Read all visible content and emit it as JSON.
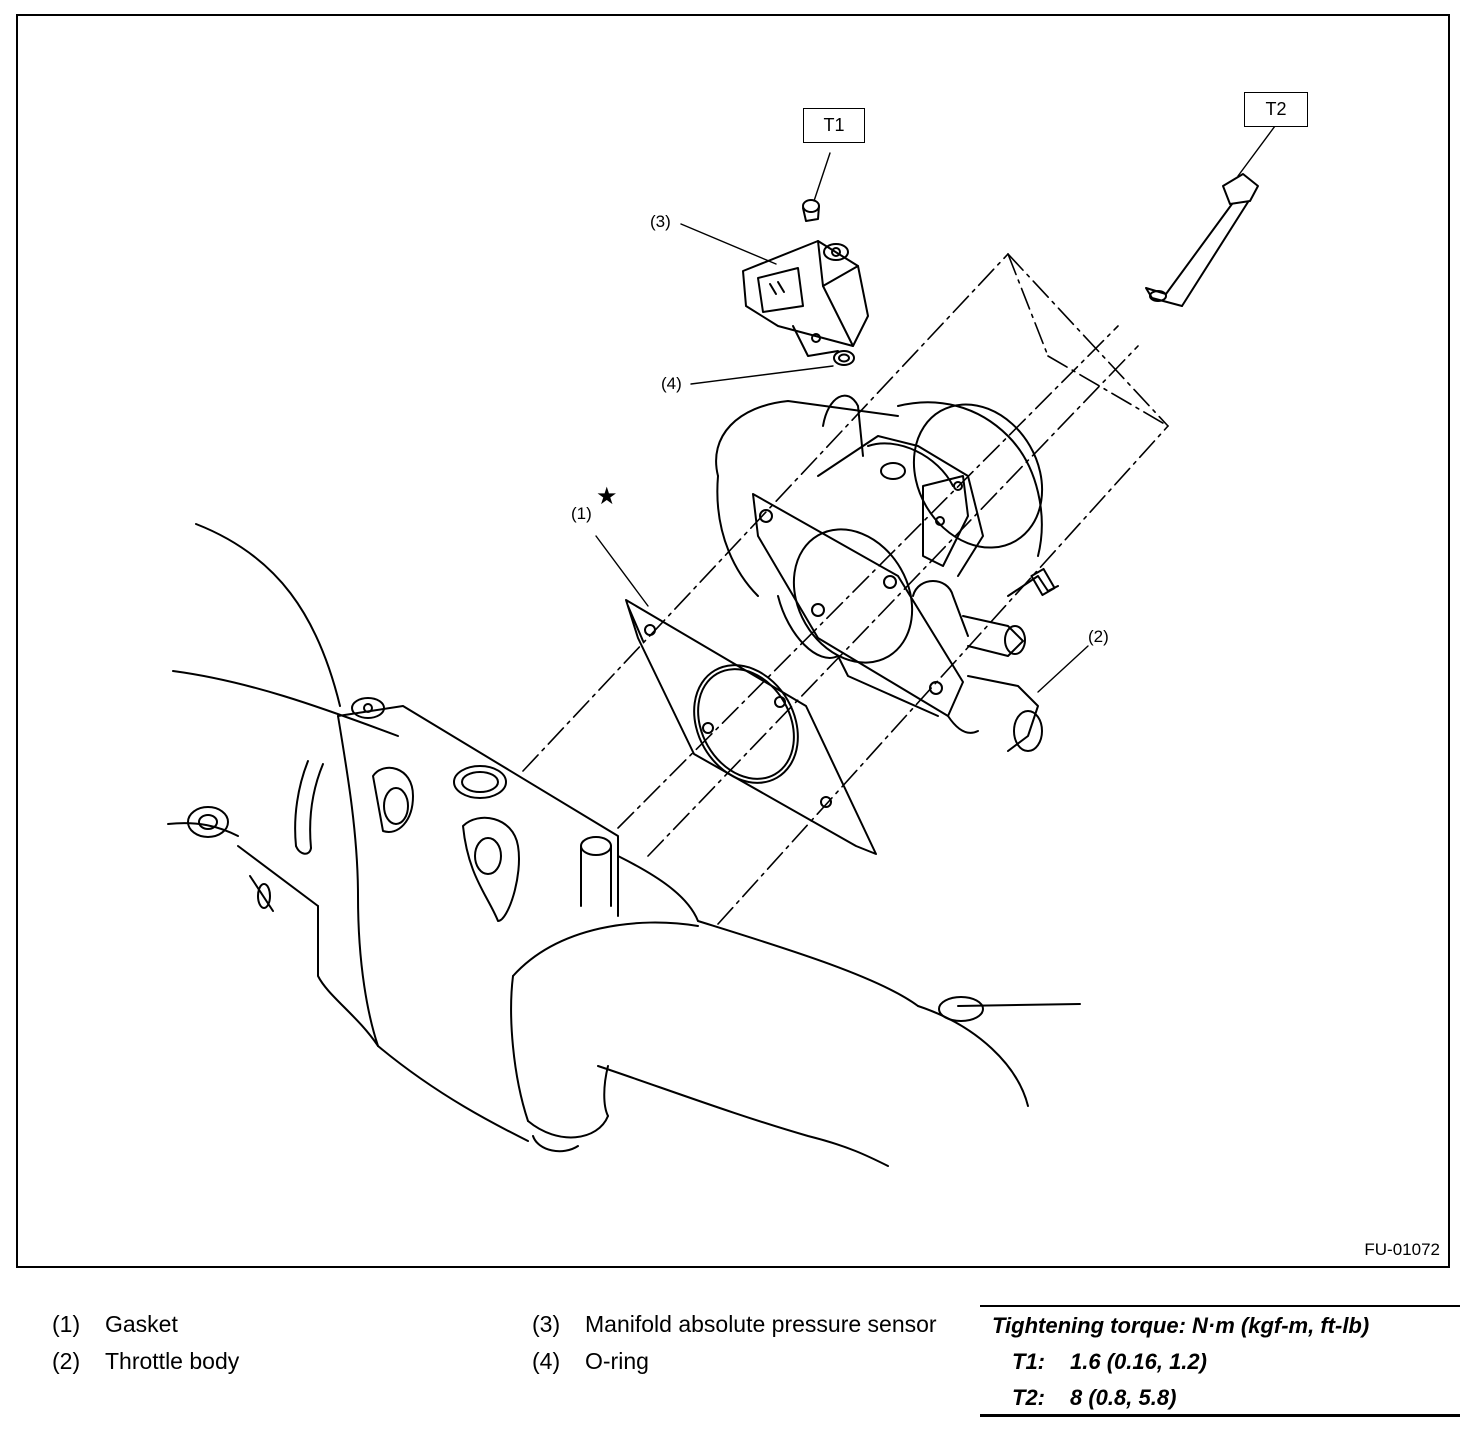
{
  "figure": {
    "figure_id": "FU-01072",
    "callouts": [
      "(1)",
      "(2)",
      "(3)",
      "(4)"
    ],
    "star_symbol": "★",
    "torque_tags": [
      "T1",
      "T2"
    ]
  },
  "legend": [
    {
      "num": "(1)",
      "label": "Gasket"
    },
    {
      "num": "(2)",
      "label": "Throttle body"
    },
    {
      "num": "(3)",
      "label": "Manifold absolute pressure sensor"
    },
    {
      "num": "(4)",
      "label": "O-ring"
    }
  ],
  "torque": {
    "heading": "Tightening torque: N·m (kgf-m, ft-lb)",
    "items": [
      {
        "tag": "T1:",
        "value": "1.6 (0.16, 1.2)"
      },
      {
        "tag": "T2:",
        "value": "8 (0.8, 5.8)"
      }
    ]
  }
}
